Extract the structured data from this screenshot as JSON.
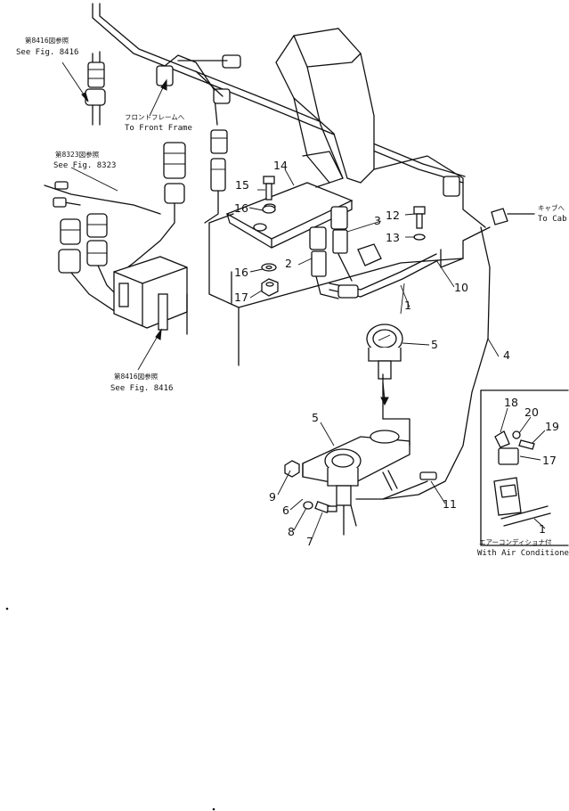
{
  "parts": [
    {
      "id": "p1",
      "label": "1"
    },
    {
      "id": "p1b",
      "label": "1"
    },
    {
      "id": "p2",
      "label": "2"
    },
    {
      "id": "p3",
      "label": "3"
    },
    {
      "id": "p4",
      "label": "4"
    },
    {
      "id": "p5",
      "label": "5"
    },
    {
      "id": "p5b",
      "label": "5"
    },
    {
      "id": "p6",
      "label": "6"
    },
    {
      "id": "p7",
      "label": "7"
    },
    {
      "id": "p8",
      "label": "8"
    },
    {
      "id": "p9",
      "label": "9"
    },
    {
      "id": "p10",
      "label": "10"
    },
    {
      "id": "p11",
      "label": "11"
    },
    {
      "id": "p12",
      "label": "12"
    },
    {
      "id": "p13",
      "label": "13"
    },
    {
      "id": "p14",
      "label": "14"
    },
    {
      "id": "p15",
      "label": "15"
    },
    {
      "id": "p16",
      "label": "16"
    },
    {
      "id": "p16b",
      "label": "16"
    },
    {
      "id": "p17",
      "label": "17"
    },
    {
      "id": "p17b",
      "label": "17"
    },
    {
      "id": "p18",
      "label": "18"
    },
    {
      "id": "p19",
      "label": "19"
    },
    {
      "id": "p20",
      "label": "20"
    }
  ],
  "refs": {
    "fig8416_top_jp": "第8416図参照",
    "fig8416_top_en": "See Fig. 8416",
    "front_frame_jp": "フロントフレームへ",
    "front_frame_en": "To Front Frame",
    "fig8323_jp": "第8323図参照",
    "fig8323_en": "See Fig. 8323",
    "cab_jp": "キャブへ",
    "cab_en": "To Cab",
    "fig8416_bot_jp": "第8416図参照",
    "fig8416_bot_en": "See Fig. 8416",
    "aircon_jp": "エアーコンディショナ付",
    "aircon_en": "With Air Conditioner"
  }
}
